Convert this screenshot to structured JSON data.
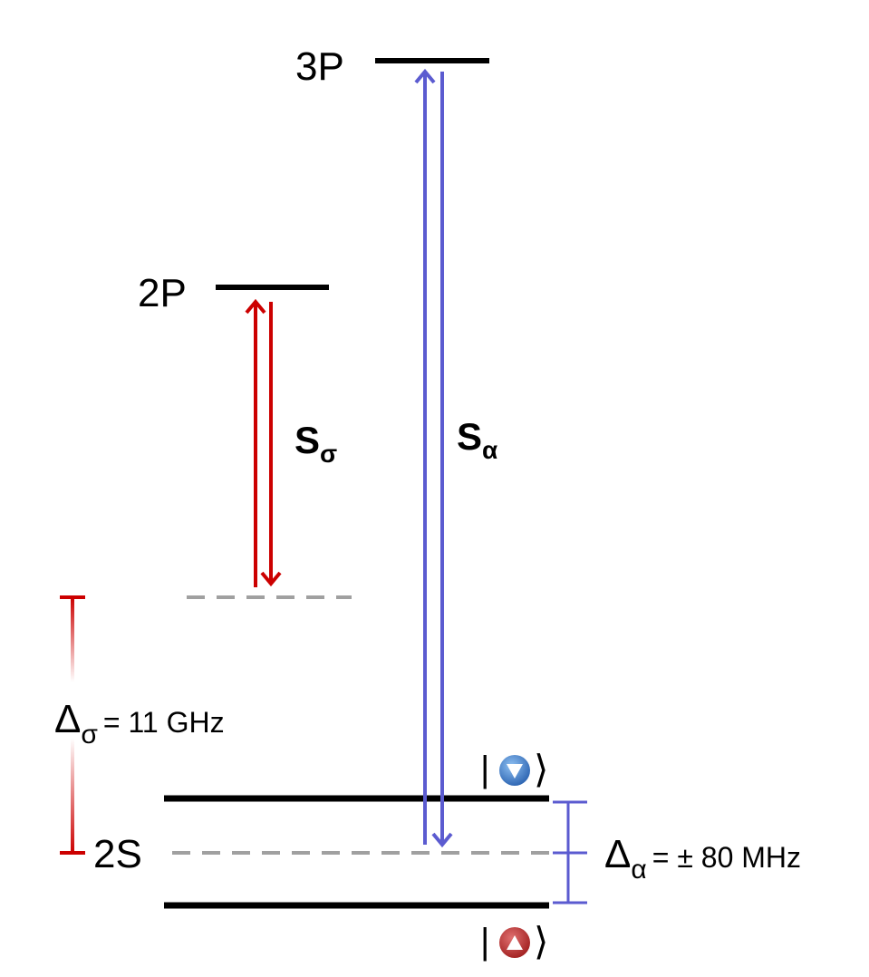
{
  "levels": {
    "p3": "3P",
    "p2": "2P",
    "s2": "2S"
  },
  "transitions": {
    "sigma": {
      "symbol": "S",
      "subscript": "σ",
      "color": "#cc0000"
    },
    "alpha": {
      "symbol": "S",
      "subscript": "α",
      "color": "#5b5bd0"
    }
  },
  "detunings": {
    "sigma": {
      "symbol": "Δ",
      "subscript": "σ",
      "value": "= 11 GHz",
      "color": "#cc0000"
    },
    "alpha": {
      "symbol": "Δ",
      "subscript": "α",
      "value": "= ± 80 MHz",
      "color": "#5b5bd0"
    }
  },
  "states": {
    "down": {
      "bar": "|",
      "bracket": "⟩",
      "icon": "down-triangle-circle-icon",
      "color": "#2f6fc0"
    },
    "up": {
      "bar": "|",
      "bracket": "⟩",
      "icon": "up-triangle-circle-icon",
      "color": "#b52a2a"
    }
  },
  "colors": {
    "level": "#000000",
    "virtual_level": "#a0a0a0"
  }
}
